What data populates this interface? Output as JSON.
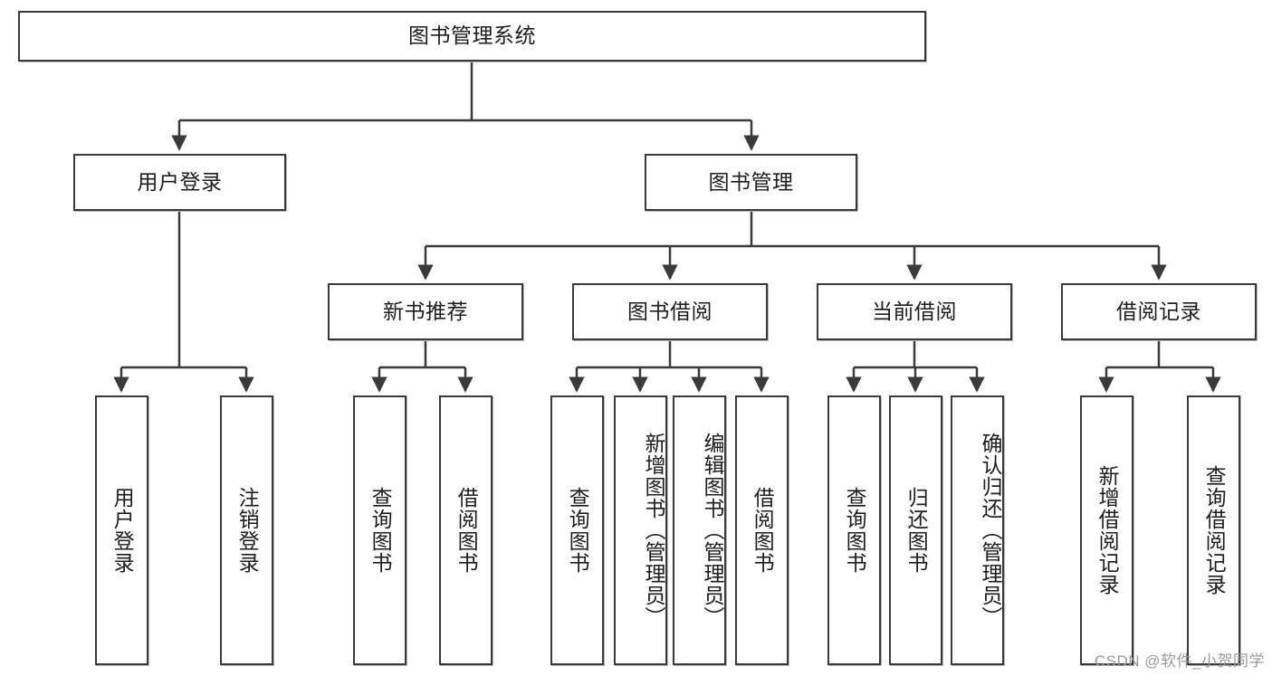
{
  "diagram": {
    "title": "图书管理系统",
    "root": {
      "label": "图书管理系统"
    },
    "level2": [
      {
        "label": "用户登录"
      },
      {
        "label": "图书管理"
      }
    ],
    "level3": [
      {
        "label": "新书推荐"
      },
      {
        "label": "图书借阅"
      },
      {
        "label": "当前借阅"
      },
      {
        "label": "借阅记录"
      }
    ],
    "leaves": [
      {
        "label": "用户登录"
      },
      {
        "label": "注销登录"
      },
      {
        "label": "查询图书"
      },
      {
        "label": "借阅图书"
      },
      {
        "label": "查询图书"
      },
      {
        "label": "新增图书（管理员）"
      },
      {
        "label": "编辑图书（管理员）"
      },
      {
        "label": "借阅图书"
      },
      {
        "label": "查询图书"
      },
      {
        "label": "归还图书"
      },
      {
        "label": "确认归还（管理员）"
      },
      {
        "label": "新增借阅记录"
      },
      {
        "label": "查询借阅记录"
      }
    ],
    "watermark": "CSDN @软件_小贺同学",
    "colors": {
      "box_border": "#3a3a3a",
      "box_fill": "#ffffff",
      "connector": "#3a3a3a",
      "text": "#1d1d1d",
      "watermark": "#9a9a9a"
    }
  }
}
